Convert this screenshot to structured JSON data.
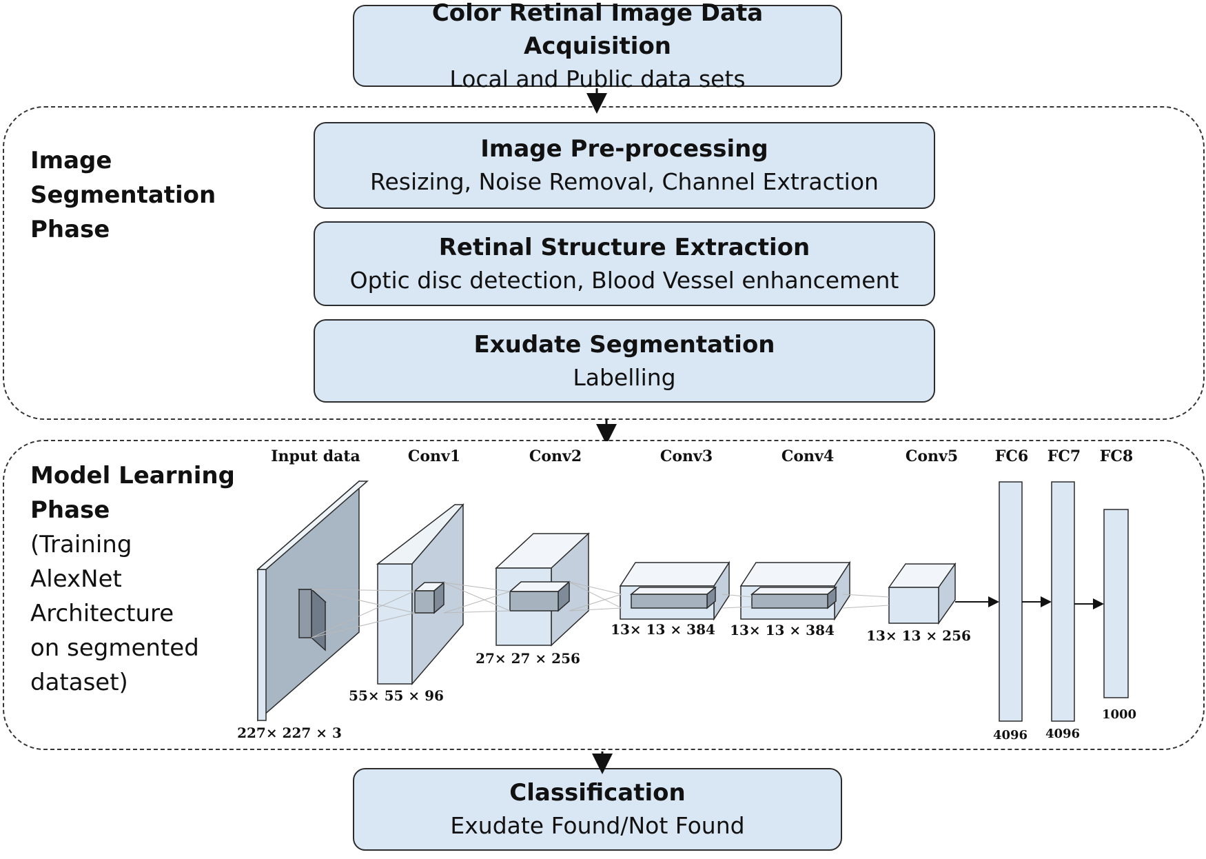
{
  "acquisition": {
    "title": "Color Retinal Image Data Acquisition",
    "sub": "Local and Public data sets"
  },
  "segmentation_phase": {
    "label": [
      "Image",
      "Segmentation",
      "Phase"
    ],
    "steps": [
      {
        "title": "Image Pre-processing",
        "sub": "Resizing, Noise Removal, Channel Extraction"
      },
      {
        "title": "Retinal Structure Extraction",
        "sub": "Optic disc detection, Blood Vessel enhancement"
      },
      {
        "title": "Exudate Segmentation",
        "sub": "Labelling"
      }
    ]
  },
  "learning_phase": {
    "label_bold": [
      "Model Learning",
      "Phase"
    ],
    "label_normal": [
      "(Training",
      "AlexNet",
      "Architecture",
      "on segmented",
      "dataset)"
    ],
    "architecture": {
      "layers": [
        {
          "name": "Input data",
          "dims": "227× 227 × 3"
        },
        {
          "name": "Conv1",
          "dims": "55× 55 × 96"
        },
        {
          "name": "Conv2",
          "dims": "27× 27 × 256"
        },
        {
          "name": "Conv3",
          "dims": "13× 13 × 384"
        },
        {
          "name": "Conv4",
          "dims": "13× 13 × 384"
        },
        {
          "name": "Conv5",
          "dims": "13× 13 × 256"
        },
        {
          "name": "FC6",
          "dims": "4096"
        },
        {
          "name": "FC7",
          "dims": "4096"
        },
        {
          "name": "FC8",
          "dims": "1000"
        }
      ]
    }
  },
  "classification": {
    "title": "Classification",
    "sub": "Exudate Found/Not Found"
  }
}
